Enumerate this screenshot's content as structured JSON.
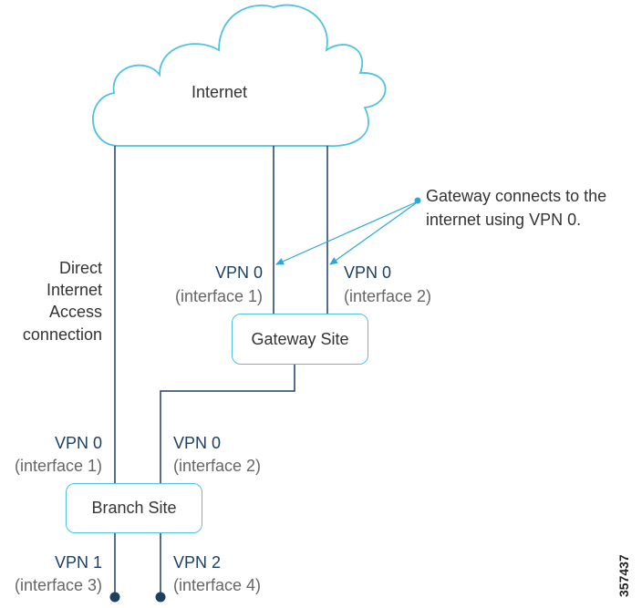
{
  "cloud": {
    "label": "Internet"
  },
  "gateway": {
    "label": "Gateway Site"
  },
  "branch": {
    "label": "Branch Site"
  },
  "callout": {
    "line1": "Gateway connects to the",
    "line2": "internet using VPN 0."
  },
  "dia": {
    "line1": "Direct",
    "line2": "Internet",
    "line3": "Access",
    "line4": "connection"
  },
  "gw_if1": {
    "vpn": "VPN 0",
    "iface": "(interface 1)"
  },
  "gw_if2": {
    "vpn": "VPN 0",
    "iface": "(interface 2)"
  },
  "br_if1": {
    "vpn": "VPN 0",
    "iface": "(interface 1)"
  },
  "br_if2": {
    "vpn": "VPN 0",
    "iface": "(interface 2)"
  },
  "br_if3": {
    "vpn": "VPN 1",
    "iface": "(interface 3)"
  },
  "br_if4": {
    "vpn": "VPN 2",
    "iface": "(interface 4)"
  },
  "figure_id": "357437",
  "colors": {
    "cloud_stroke": "#4fc2e0",
    "line": "#1d3f63",
    "arrow": "#2aa9d6",
    "vpn_text": "#1d3f63",
    "iface_text": "#666666"
  }
}
